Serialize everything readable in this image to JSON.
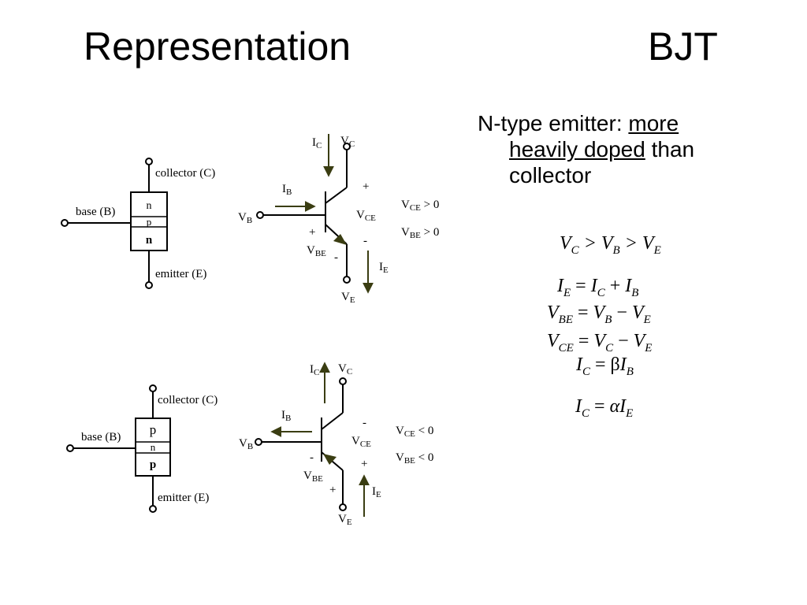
{
  "slide": {
    "title_left": "Representation",
    "title_right": "BJT",
    "bullet": {
      "prefix": "N-type emitter: ",
      "underlined_1": "more",
      "underlined_2": "heavily doped",
      "suffix": " than",
      "last_line": "collector"
    }
  },
  "npn": {
    "collector": "collector (C)",
    "base": "base (B)",
    "emitter": "emitter (E)",
    "layers": [
      "n",
      "p",
      "n"
    ],
    "ic": "I",
    "ic_sub": "C",
    "vc": "V",
    "vc_sub": "C",
    "ib": "I",
    "ib_sub": "B",
    "vb": "V",
    "vb_sub": "B",
    "vce": "V",
    "vce_sub": "CE",
    "vbe": "V",
    "vbe_sub": "BE",
    "ie": "I",
    "ie_sub": "E",
    "ve": "V",
    "ve_sub": "E",
    "plus_ce": "+",
    "minus_ce": "-",
    "plus_be": "+",
    "minus_be": "-",
    "cond_ce": " > 0",
    "cond_be": " > 0"
  },
  "pnp": {
    "collector": "collector (C)",
    "base": "base (B)",
    "emitter": "emitter (E)",
    "layers": [
      "p",
      "n",
      "p"
    ],
    "ic": "I",
    "ic_sub": "C",
    "vc": "V",
    "vc_sub": "C",
    "ib": "I",
    "ib_sub": "B",
    "vb": "V",
    "vb_sub": "B",
    "vce": "V",
    "vce_sub": "CE",
    "vbe": "V",
    "vbe_sub": "BE",
    "ie": "I",
    "ie_sub": "E",
    "ve": "V",
    "ve_sub": "E",
    "minus_ce": "-",
    "plus_ce": "+",
    "minus_be": "-",
    "plus_be": "+",
    "cond_ce": " < 0",
    "cond_be": " < 0"
  },
  "equations": {
    "order": "V_C > V_B > V_E",
    "ie": "I_E = I_C + I_B",
    "vbe": "V_BE = V_B − V_E",
    "vce": "V_CE = V_C − V_E",
    "beta": "I_C = βI_B",
    "alpha": "I_C = αI_E"
  },
  "colors": {
    "arrow": "#3a3d12",
    "line": "#000000"
  }
}
